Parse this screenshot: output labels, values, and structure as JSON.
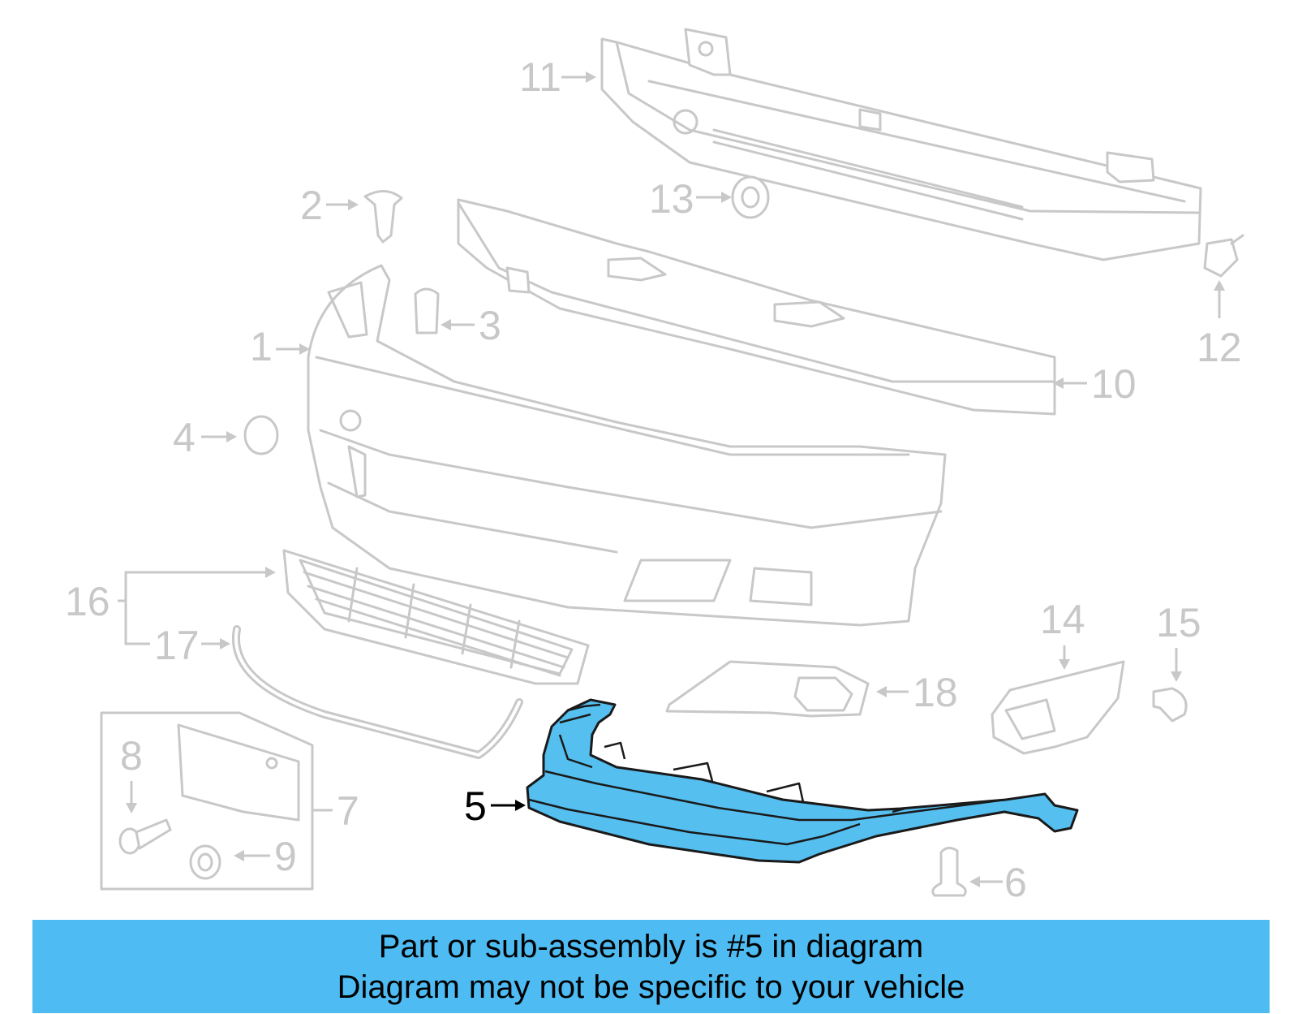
{
  "callouts": {
    "c1": "1",
    "c2": "2",
    "c3": "3",
    "c4": "4",
    "c5": "5",
    "c6": "6",
    "c7": "7",
    "c8": "8",
    "c9": "9",
    "c10": "10",
    "c11": "11",
    "c12": "12",
    "c13": "13",
    "c14": "14",
    "c15": "15",
    "c16": "16",
    "c17": "17",
    "c18": "18"
  },
  "highlighted_part": "5",
  "colors": {
    "highlight": "#55bff0",
    "banner": "#4ebcf2",
    "outline": "#c8c8c8"
  },
  "banner": {
    "line1": "Part or sub-assembly is #5 in diagram",
    "line2": "Diagram may not be specific to your vehicle"
  }
}
